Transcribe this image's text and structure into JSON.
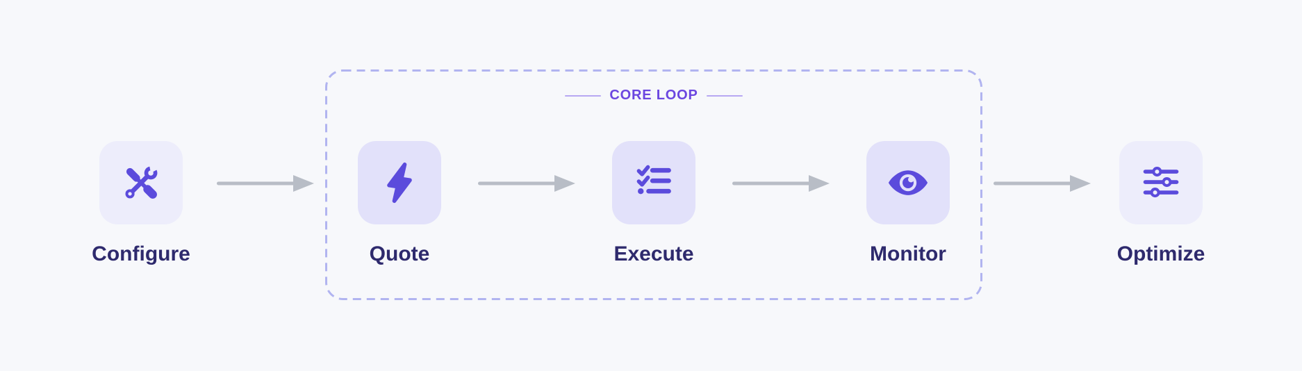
{
  "diagram": {
    "core_loop_label": "CORE LOOP",
    "steps": [
      {
        "label": "Configure",
        "icon": "screwdriver-wrench-icon",
        "in_core_loop": false
      },
      {
        "label": "Quote",
        "icon": "bolt-icon",
        "in_core_loop": true
      },
      {
        "label": "Execute",
        "icon": "checklist-icon",
        "in_core_loop": true
      },
      {
        "label": "Monitor",
        "icon": "eye-icon",
        "in_core_loop": true
      },
      {
        "label": "Optimize",
        "icon": "sliders-icon",
        "in_core_loop": false
      }
    ],
    "arrow_count": 4,
    "colors": {
      "page_bg": "#f7f8fb",
      "tile_bg_outer": "#ededfb",
      "tile_bg_core": "#e2e1fa",
      "icon_purple": "#5b4bdc",
      "step_label_text": "#2e2a6d",
      "core_loop_text": "#6b46e0",
      "core_loop_tick": "#b7a7f2",
      "arrow_gray": "#b8bdc6",
      "dashed_border": "#b1b4f0"
    }
  }
}
